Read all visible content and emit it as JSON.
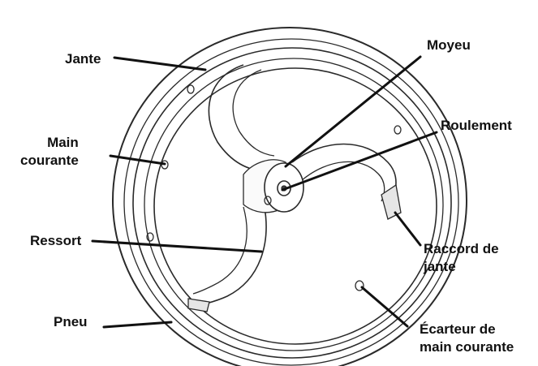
{
  "diagram": {
    "labels": {
      "jante": "Jante",
      "main_courante": "Main\ncourante",
      "ressort": "Ressort",
      "pneu": "Pneu",
      "moyeu": "Moyeu",
      "roulement": "Roulement",
      "raccord_de_jante": "Raccord de\njante",
      "ecarteur": "Écarteur de\nmain courante"
    }
  }
}
